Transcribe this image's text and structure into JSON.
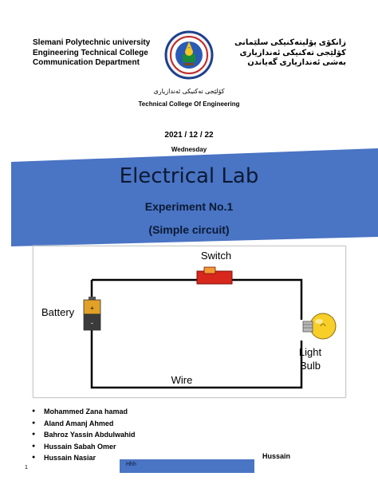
{
  "header": {
    "institution_en": [
      "Slemani Polytechnic university",
      "Engineering Technical College",
      "Communication Department"
    ],
    "institution_ku": [
      "زانکۆی پۆلیتەکنیکی سلێمانی",
      "کۆلێجی تەکنیکی ئەندازیاری",
      "بەشی ئەندازیاری گەیاندن"
    ]
  },
  "college_ku": "کۆلێجی تەکنیکی ئەندازیاری",
  "college_en": "Technical College Of Engineering",
  "date": "2021 / 12  / 22",
  "weekday": "Wednesday",
  "banner": {
    "title": "Electrical Lab",
    "experiment": "Experiment No.1",
    "subtitle": "(Simple circuit)",
    "color": "#4a74c4"
  },
  "diagram": {
    "switch_label": "Switch",
    "battery_label": "Battery",
    "light_label": "Light",
    "bulb_label": "Bulb",
    "wire_label": "Wire"
  },
  "students": [
    "Mohammed Zana hamad",
    "Aland Amanj Ahmed",
    "Bahroz Yassin Abdulwahid",
    "Hussain Sabah Omer",
    "Hussain Nasiar"
  ],
  "trailing_name": "Hussain",
  "footer_box_text": "Hhh",
  "page_number": "1"
}
